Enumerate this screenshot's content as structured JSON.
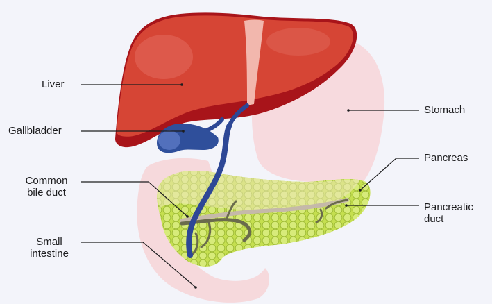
{
  "labels": {
    "liver": "Liver",
    "gallbladder": "Gallbladder",
    "common_bile_duct_1": "Common",
    "common_bile_duct_2": "bile duct",
    "small_intestine_1": "Small",
    "small_intestine_2": "intestine",
    "stomach": "Stomach",
    "pancreas": "Pancreas",
    "pancreatic_duct_1": "Pancreatic",
    "pancreatic_duct_2": "duct"
  },
  "colors": {
    "background": "#f3f4fa",
    "liver": "#d64535",
    "liver_dark": "#a8141a",
    "liver_highlight": "#e36a5d",
    "ligament": "#f2b7ad",
    "stomach": "#f7d8dc",
    "intestine": "#f6d7da",
    "pancreas": "#c5df4f",
    "pancreas_dark": "#94b22c",
    "pancreas_faded": "#ece5b8",
    "gallbladder": "#2f4f9b",
    "gallbladder_light": "#5b78c4",
    "bile_duct": "#2d4796",
    "pancreatic_duct": "#6a6b4c",
    "pancreatic_duct_faded": "#c5b9a9",
    "leader_line": "#1d1d1f"
  }
}
